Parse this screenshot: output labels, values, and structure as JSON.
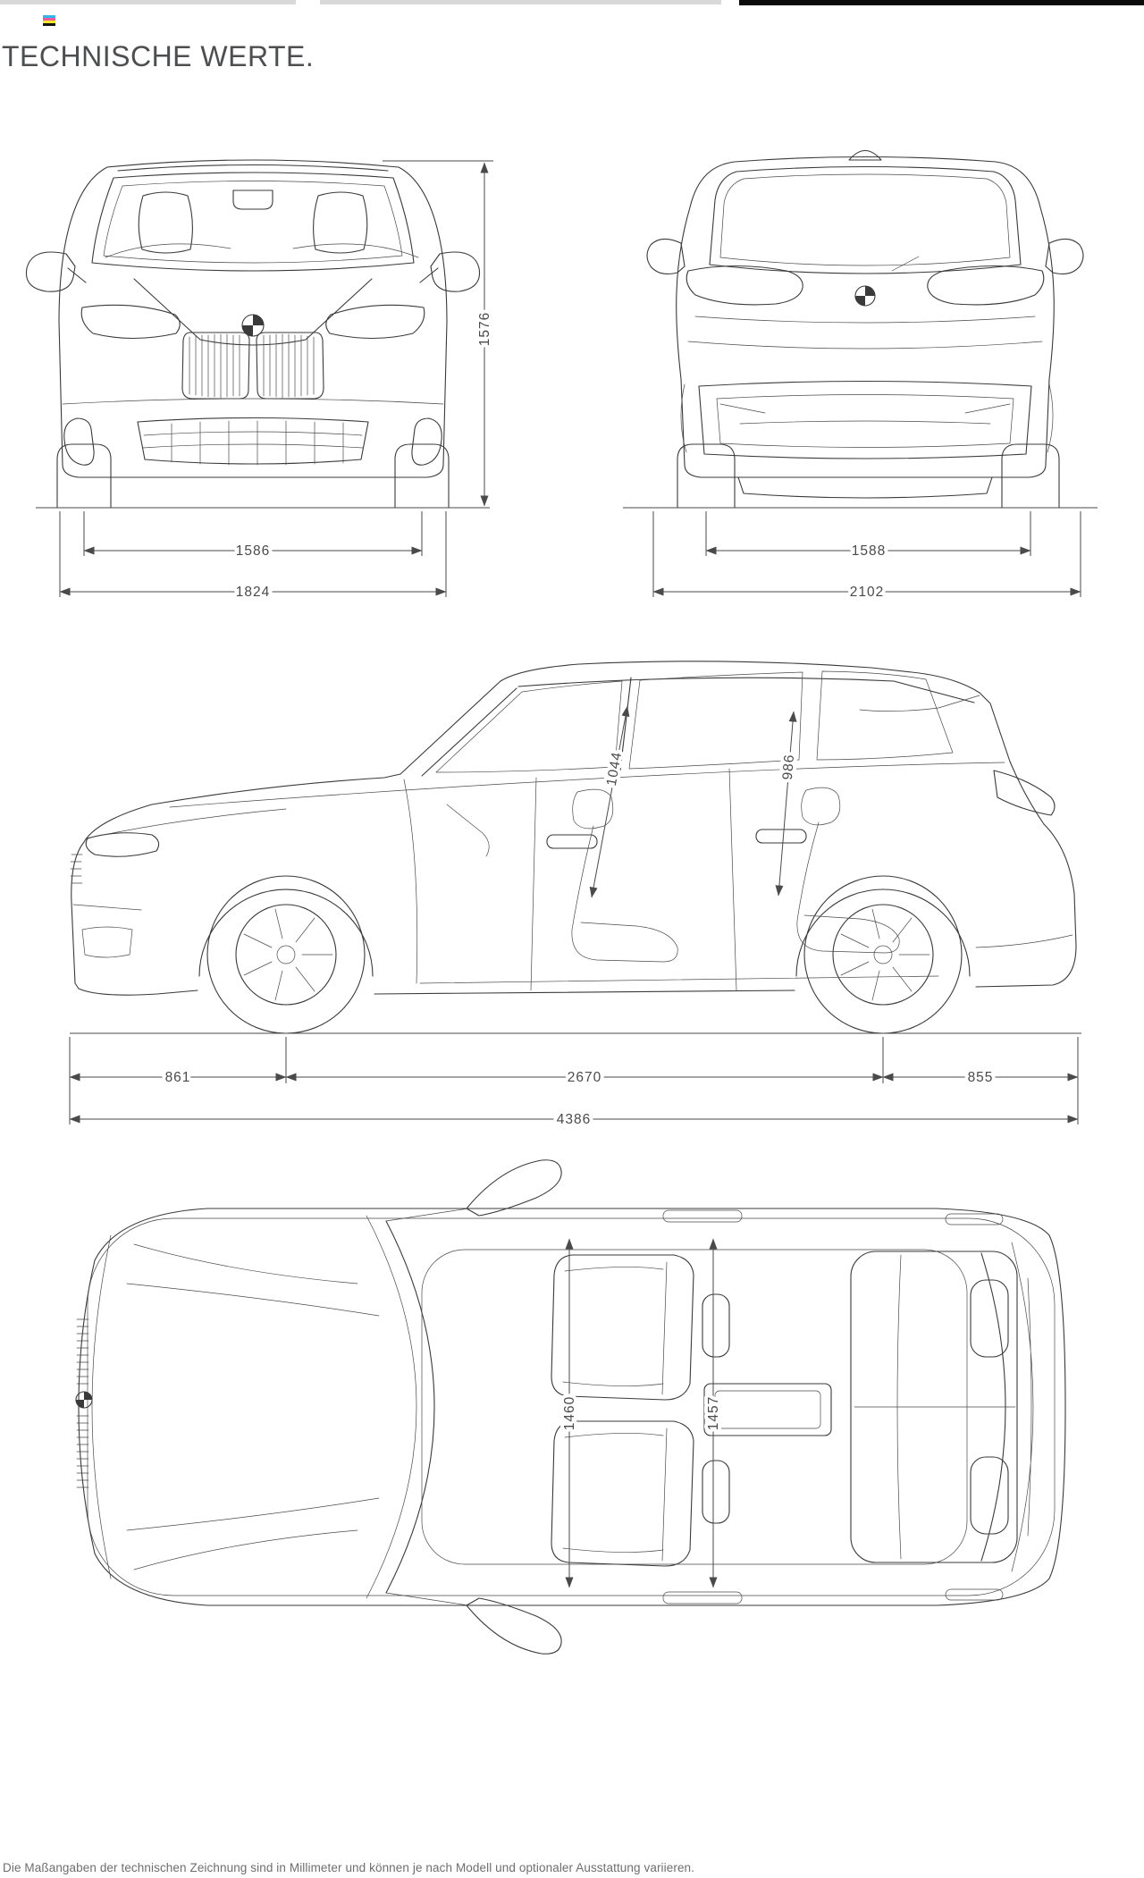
{
  "page": {
    "title": "TECHNISCHE WERTE.",
    "footnote": "Die Maßangaben der technischen Zeichnung sind in Millimeter und können je nach Modell und optionaler Ausstattung variieren."
  },
  "dimensions": {
    "front": {
      "height": "1576",
      "track_width": "1586",
      "body_width": "1824"
    },
    "rear": {
      "track_width": "1588",
      "width_incl_mirrors": "2102"
    },
    "side": {
      "front_interior_height": "1044",
      "rear_interior_height": "986",
      "front_overhang": "861",
      "wheelbase": "2670",
      "rear_overhang": "855",
      "overall_length": "4386"
    },
    "top": {
      "front_shoulder_width": "1460",
      "rear_shoulder_width": "1457"
    }
  },
  "print_marks": {
    "registration_colors": [
      "#35b6e9",
      "#ec5a9d",
      "#f2e52e",
      "#161616"
    ],
    "top_strip_gray": "#d9d9d9",
    "top_strip_black": "#0b0b0b"
  }
}
